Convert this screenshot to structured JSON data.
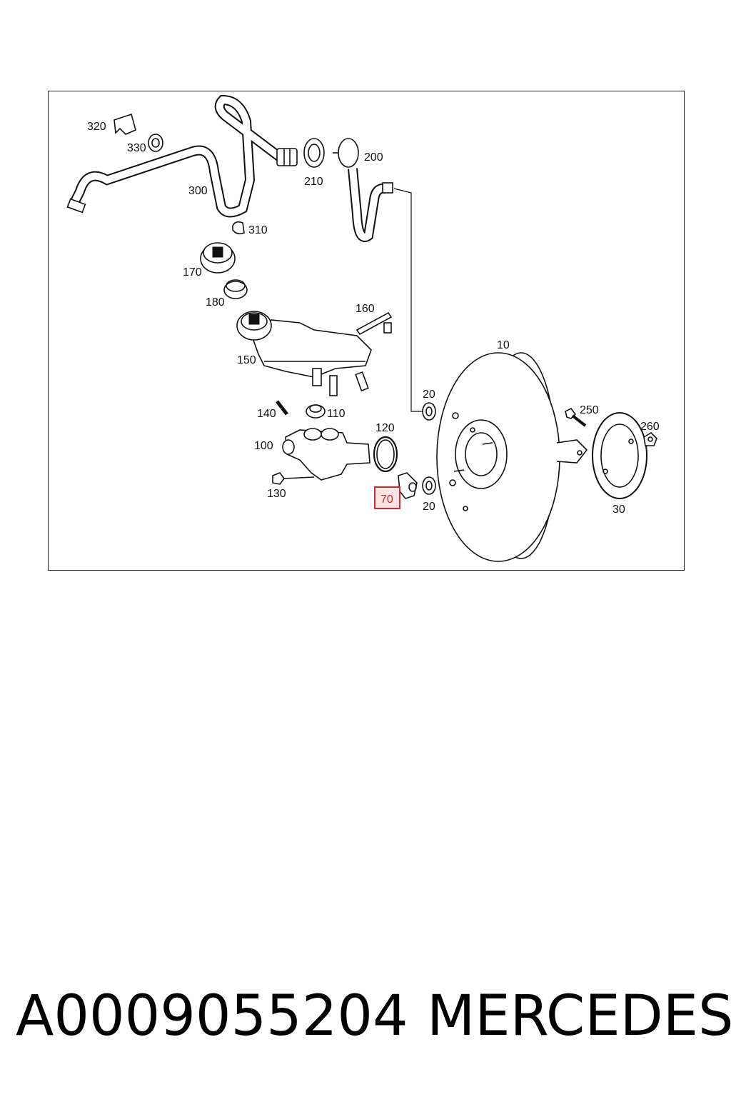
{
  "callouts": {
    "c10": "10",
    "c20a": "20",
    "c20b": "20",
    "c30": "30",
    "c70": "70",
    "c100": "100",
    "c110": "110",
    "c120": "120",
    "c130": "130",
    "c140": "140",
    "c150": "150",
    "c160": "160",
    "c170": "170",
    "c180": "180",
    "c200": "200",
    "c210": "210",
    "c250": "250",
    "c260": "260",
    "c300": "300",
    "c310": "310",
    "c320": "320",
    "c330": "330"
  },
  "highlighted_callout": "70",
  "colors": {
    "highlight_border": "#d4292f",
    "highlight_fill": "#fde4e4"
  },
  "caption": {
    "part_number": "A0009055204",
    "brand": "MERCEDES"
  }
}
